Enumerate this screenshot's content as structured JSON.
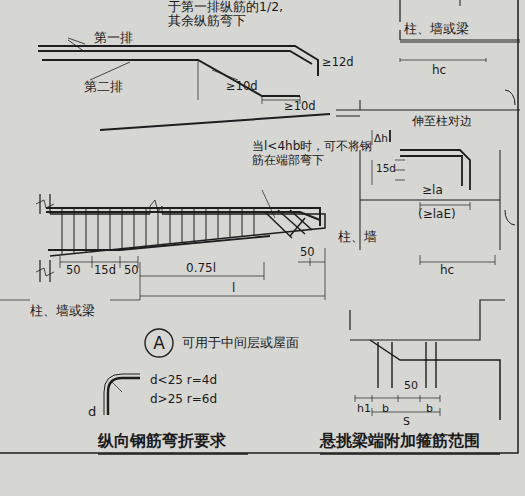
{
  "diagram": {
    "nodes": [
      {
        "text": [
          "A"
        ]
      }
    ],
    "edges": [],
    "labels": [
      "于第一排纵筋的1/2, 其余纵筋弯下",
      "第一排",
      "第二排",
      "≥12d",
      "≥10d",
      "≥10d",
      "柱、墙或梁",
      "hc",
      "当l<4hb时，可不将钢筋在端部弯下",
      "伸至柱对边",
      "Δh",
      "15d",
      "≥la",
      "(≥laE)",
      "柱、墙",
      "hc",
      "50",
      "15d",
      "50",
      "0.75l",
      "l",
      "50",
      "柱、墙或梁",
      "可用于中间层或屋面",
      "d<25  r=4d",
      "d>25  r=6d",
      "d",
      "纵向钢筋弯折要求",
      "悬挑梁端附加箍筋范围",
      "h1",
      "50",
      "b",
      "b",
      "S"
    ]
  }
}
